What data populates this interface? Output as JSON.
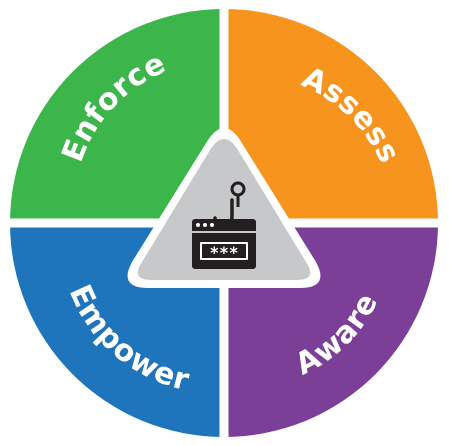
{
  "diagram": {
    "quadrants": [
      {
        "id": "enforce",
        "label": "Enforce",
        "color": "#3cb54a"
      },
      {
        "id": "assess",
        "label": "Assess",
        "color": "#f7941d"
      },
      {
        "id": "empower",
        "label": "Empower",
        "color": "#1f75bc"
      },
      {
        "id": "aware",
        "label": "Aware",
        "color": "#7b3f98"
      }
    ],
    "center": {
      "icon": "phishing-password-icon",
      "password_mask": "***",
      "fill": "#c7c8ca",
      "border": "#ffffff",
      "icon_color": "#231f20"
    },
    "divider_color": "#ffffff"
  }
}
